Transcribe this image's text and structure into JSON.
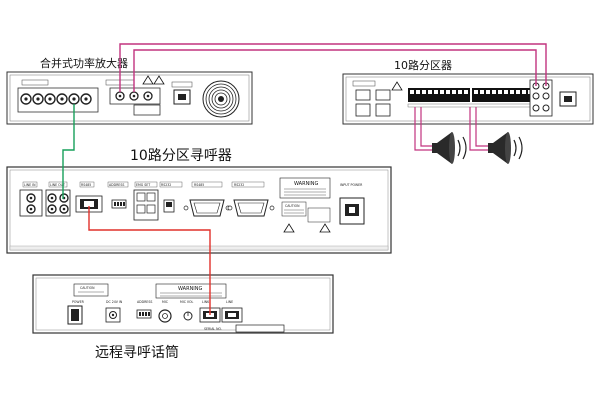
{
  "devices": {
    "amplifier": {
      "title": "合并式功率放大器"
    },
    "zone_divider": {
      "title": "10路分区器"
    },
    "paging_host": {
      "title": "10路分区寻呼器"
    },
    "remote_mic": {
      "title": "远程寻呼话筒"
    }
  },
  "paging_panel": {
    "ports": [
      "LINE IN",
      "LINE OUT",
      "RS485",
      "ADDRESS",
      "EMG SET",
      "RS232",
      "RS485",
      "RS232"
    ],
    "warning_title": "WARNING",
    "caution_title": "CAUTION",
    "power_label": "INPUT POWER"
  },
  "mic_panel": {
    "ports": [
      "POWER",
      "DC 24V IN",
      "ADDRESS",
      "MIC",
      "MIC VOL",
      "LINK",
      "LINE"
    ],
    "warning_title": "WARNING",
    "caution_title": "CAUTION",
    "serial_label": "SERIAL NO."
  },
  "colors": {
    "green_cable": "#17a05a",
    "red_cable": "#e0302a",
    "magenta_cable": "#c2337f",
    "panel_stroke": "#333333",
    "speaker_fill": "#2a2a2a"
  }
}
